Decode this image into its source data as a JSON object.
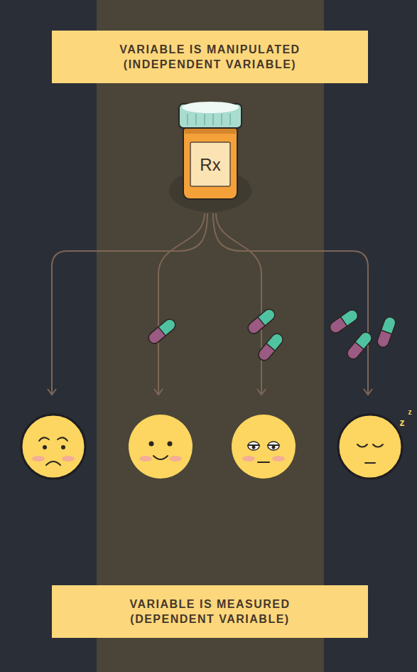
{
  "diagram": {
    "nodes": [
      {
        "text": [
          "VARIABLE IS MANIPULATED (INDEPENDENT VARIABLE)"
        ]
      },
      {
        "text": [
          "VARIABLE IS MEASURED (DEPENDENT VARIABLE)"
        ]
      }
    ],
    "labels": [
      "Rx",
      "z",
      "z"
    ]
  }
}
